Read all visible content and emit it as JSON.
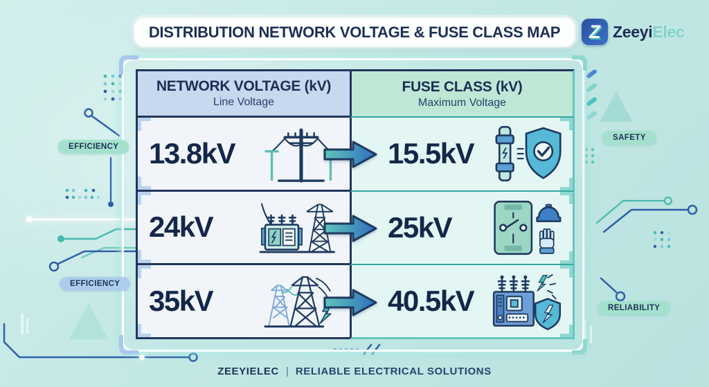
{
  "title": "DISTRIBUTION NETWORK VOLTAGE & FUSE CLASS MAP",
  "logo": {
    "mark_letter": "Z",
    "brand_primary": "Zeeyi",
    "brand_secondary": "Elec"
  },
  "table": {
    "columns": [
      {
        "header": "NETWORK VOLTAGE (kV)",
        "subheader": "Line Voltage"
      },
      {
        "header": "FUSE CLASS (kV)",
        "subheader": "Maximum Voltage"
      }
    ],
    "rows": [
      {
        "network_voltage": "13.8kV",
        "fuse_class": "15.5kV",
        "network_icon": "utility-pole-icon",
        "fuse_icon": "fuse-shield-check-icon"
      },
      {
        "network_voltage": "24kV",
        "fuse_class": "25kV",
        "network_icon": "transformer-tower-icon",
        "fuse_icon": "switchgear-ppe-icon"
      },
      {
        "network_voltage": "35kV",
        "fuse_class": "40.5kV",
        "network_icon": "transmission-towers-icon",
        "fuse_icon": "equipment-shield-icon"
      }
    ]
  },
  "side_labels": [
    {
      "text": "EFFICIENCY",
      "side": "left",
      "color": "#a4e1cd"
    },
    {
      "text": "SAFETY",
      "side": "right",
      "color": "#a4e1cd"
    },
    {
      "text": "EFFICIENCY",
      "side": "left",
      "color": "#adcdee"
    },
    {
      "text": "RELIABILITY",
      "side": "right",
      "color": "#a4e1cd"
    }
  ],
  "footer": {
    "brand": "ZEEYIELEC",
    "separator": "|",
    "tagline": "RELIABLE ELECTRICAL SOLUTIONS"
  },
  "colors": {
    "navy": "#1e3a5f",
    "teal": "#49b8ae",
    "blue": "#3a73c8",
    "header_blue": "#c7d8ef",
    "header_green": "#bfe7d5",
    "row_left_bg": "#f1f5f9",
    "row_right_bg": "#e4f6f4"
  }
}
